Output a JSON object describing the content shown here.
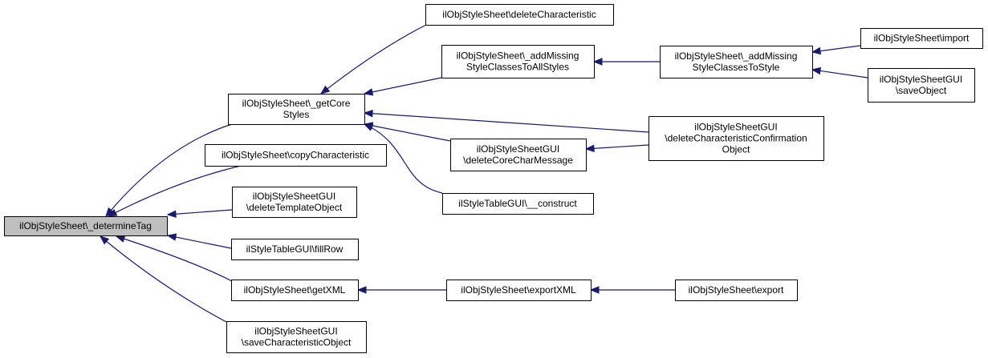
{
  "colors": {
    "edge": "#191970",
    "root_fill": "#bfbfbf",
    "node_fill": "#ffffff",
    "node_border": "#000000"
  },
  "nodes": [
    {
      "id": "determineTag",
      "lines": [
        "ilObjStyleSheet\\_determineTag"
      ]
    },
    {
      "id": "getCoreStyles",
      "lines": [
        "ilObjStyleSheet\\_getCore",
        "Styles"
      ]
    },
    {
      "id": "copyCharacteristic",
      "lines": [
        "ilObjStyleSheet\\copyCharacteristic"
      ]
    },
    {
      "id": "deleteTemplateObject",
      "lines": [
        "ilObjStyleSheetGUI",
        "\\deleteTemplateObject"
      ]
    },
    {
      "id": "fillRow",
      "lines": [
        "ilStyleTableGUI\\fillRow"
      ]
    },
    {
      "id": "getXML",
      "lines": [
        "ilObjStyleSheet\\getXML"
      ]
    },
    {
      "id": "saveCharacteristicObject",
      "lines": [
        "ilObjStyleSheetGUI",
        "\\saveCharacteristicObject"
      ]
    },
    {
      "id": "deleteCharacteristic",
      "lines": [
        "ilObjStyleSheet\\deleteCharacteristic"
      ]
    },
    {
      "id": "addMissingAll",
      "lines": [
        "ilObjStyleSheet\\_addMissing",
        "StyleClassesToAllStyles"
      ]
    },
    {
      "id": "deleteCoreCharMessage",
      "lines": [
        "ilObjStyleSheetGUI",
        "\\deleteCoreCharMessage"
      ]
    },
    {
      "id": "construct",
      "lines": [
        "ilStyleTableGUI\\__construct"
      ]
    },
    {
      "id": "exportXML",
      "lines": [
        "ilObjStyleSheet\\exportXML"
      ]
    },
    {
      "id": "addMissingStyle",
      "lines": [
        "ilObjStyleSheet\\_addMissing",
        "StyleClassesToStyle"
      ]
    },
    {
      "id": "deleteCharConfirm",
      "lines": [
        "ilObjStyleSheetGUI",
        "\\deleteCharacteristicConfirmation",
        "Object"
      ]
    },
    {
      "id": "export",
      "lines": [
        "ilObjStyleSheet\\export"
      ]
    },
    {
      "id": "import",
      "lines": [
        "ilObjStyleSheet\\import"
      ]
    },
    {
      "id": "saveObject",
      "lines": [
        "ilObjStyleSheetGUI",
        "\\saveObject"
      ]
    }
  ],
  "edges": [
    {
      "from": "getCoreStyles",
      "to": "determineTag"
    },
    {
      "from": "copyCharacteristic",
      "to": "determineTag"
    },
    {
      "from": "deleteTemplateObject",
      "to": "determineTag"
    },
    {
      "from": "fillRow",
      "to": "determineTag"
    },
    {
      "from": "getXML",
      "to": "determineTag"
    },
    {
      "from": "saveCharacteristicObject",
      "to": "determineTag"
    },
    {
      "from": "deleteCharacteristic",
      "to": "getCoreStyles"
    },
    {
      "from": "addMissingAll",
      "to": "getCoreStyles"
    },
    {
      "from": "deleteCharConfirm",
      "to": "getCoreStyles"
    },
    {
      "from": "deleteCoreCharMessage",
      "to": "getCoreStyles"
    },
    {
      "from": "construct",
      "to": "getCoreStyles"
    },
    {
      "from": "addMissingStyle",
      "to": "addMissingAll"
    },
    {
      "from": "import",
      "to": "addMissingStyle"
    },
    {
      "from": "saveObject",
      "to": "addMissingStyle"
    },
    {
      "from": "deleteCharConfirm",
      "to": "deleteCoreCharMessage"
    },
    {
      "from": "exportXML",
      "to": "getXML"
    },
    {
      "from": "export",
      "to": "exportXML"
    }
  ]
}
